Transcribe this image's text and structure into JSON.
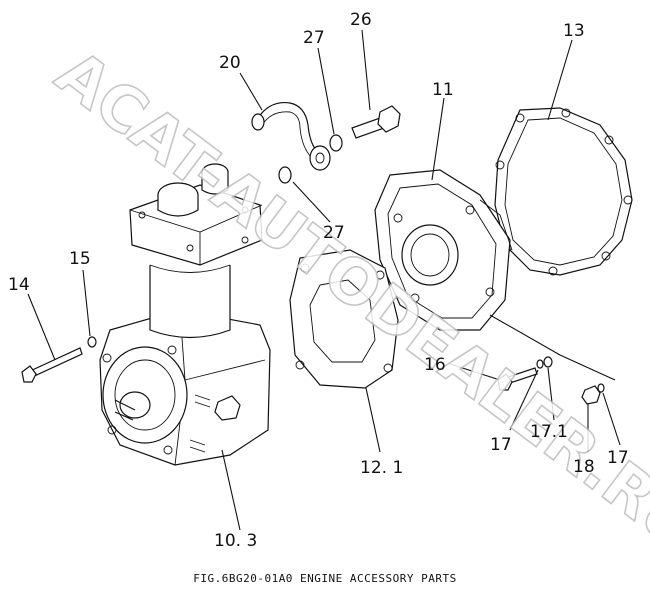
{
  "watermark": "ACAT-AUTODEALER.RU",
  "caption": "FIG.6BG20-01A0  ENGINE ACCESSORY PARTS",
  "callouts": [
    {
      "id": "c20",
      "text": "20"
    },
    {
      "id": "c27a",
      "text": "27"
    },
    {
      "id": "c26",
      "text": "26"
    },
    {
      "id": "c13",
      "text": "13"
    },
    {
      "id": "c11",
      "text": "11"
    },
    {
      "id": "c27b",
      "text": "27"
    },
    {
      "id": "c15",
      "text": "15"
    },
    {
      "id": "c14",
      "text": "14"
    },
    {
      "id": "c16",
      "text": "16"
    },
    {
      "id": "c17a",
      "text": "17"
    },
    {
      "id": "c171",
      "text": "17.1"
    },
    {
      "id": "c18",
      "text": "18"
    },
    {
      "id": "c17b",
      "text": "17"
    },
    {
      "id": "c121",
      "text": "12. 1"
    },
    {
      "id": "c103",
      "text": "10. 3"
    }
  ]
}
